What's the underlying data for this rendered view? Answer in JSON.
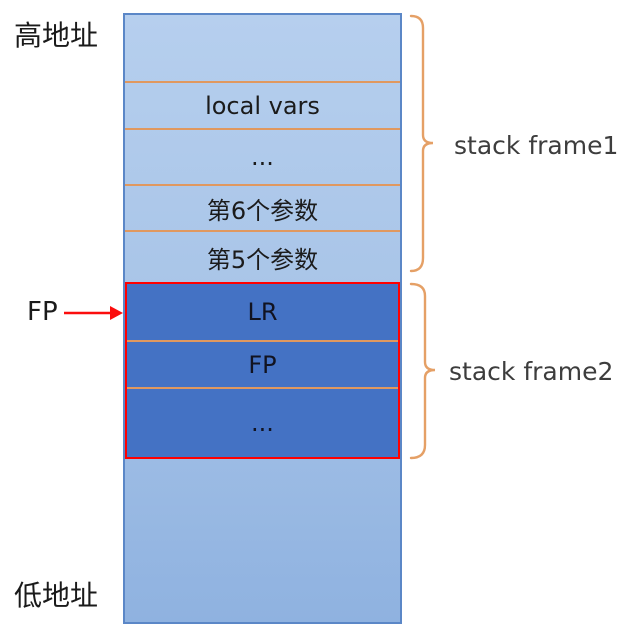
{
  "diagram": {
    "side_labels": {
      "high_address": "高地址",
      "low_address": "低地址"
    },
    "pointer": {
      "label": "FP"
    },
    "stack_column": {
      "frame1_cells": [
        "",
        "local vars",
        "...",
        "第6个参数",
        "第5个参数"
      ],
      "frame2_cells": [
        "LR",
        "FP",
        "..."
      ],
      "bottom_cell": ""
    },
    "braces": {
      "frame1_label": "stack frame1",
      "frame2_label": "stack frame2"
    },
    "colors": {
      "light_cell_top": "#b6cfee",
      "light_cell_bottom": "#8fb2e0",
      "dark_cell": "#4472c4",
      "divider_line": "#e0985f",
      "brace": "#e5a066",
      "red_highlight": "#ff0000",
      "column_border": "#5b87c7",
      "cell_text": "#1b1b1b",
      "annotation_text": "#3d3d3d"
    }
  }
}
